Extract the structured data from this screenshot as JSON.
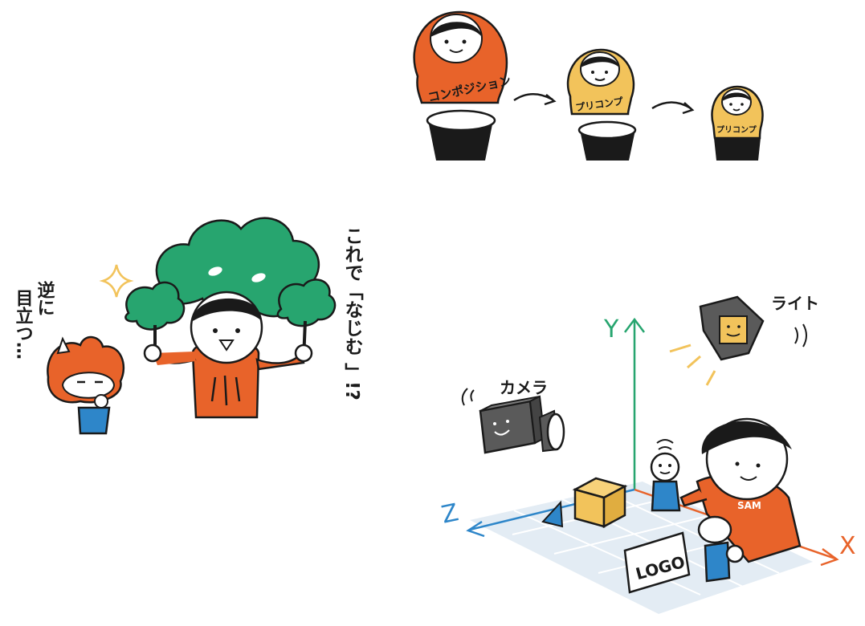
{
  "dolls": {
    "large_label": "コンポジション",
    "medium_label": "プリコンプ",
    "small_label": "プリコンプ"
  },
  "tree_scene": {
    "speech_left": [
      "逆に",
      "目立つ…"
    ],
    "speech_right": [
      "これで「なじむ",
      "」!?"
    ]
  },
  "scene_3d": {
    "axis_y": "Y",
    "axis_x": "X",
    "axis_z": "Z",
    "camera_label": "カメラ",
    "light_label": "ライト",
    "logo_text": "LOGO",
    "shirt_text": "SAM"
  },
  "colors": {
    "orange": "#e8632a",
    "yellow": "#f2c35b",
    "green": "#27a56f",
    "blue": "#2e86c9",
    "grid": "#e3ecf4",
    "dark": "#1a1a1a",
    "gray": "#5a5a5a"
  }
}
